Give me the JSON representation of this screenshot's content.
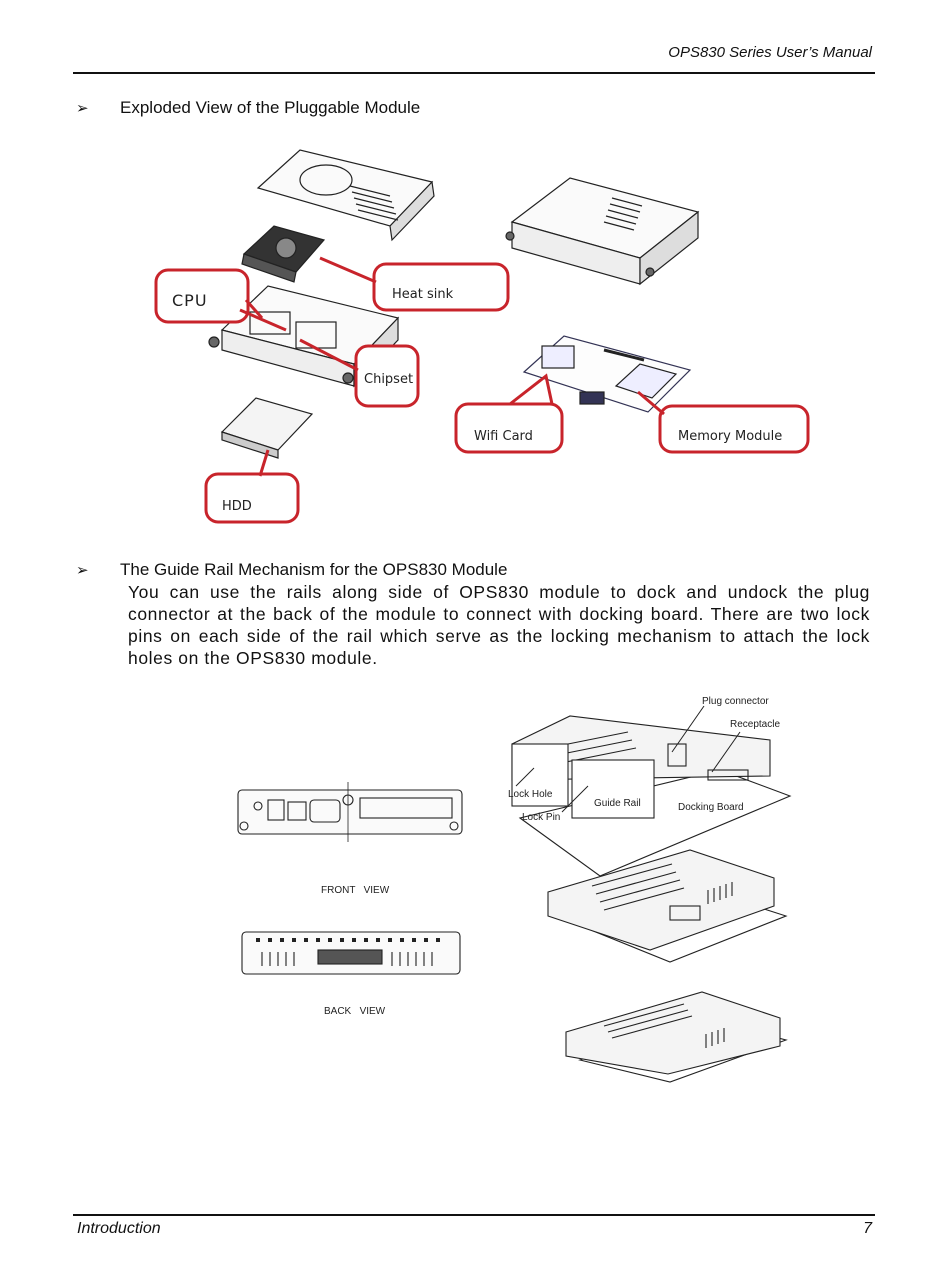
{
  "header": {
    "title": "OPS830 Series User’s Manual"
  },
  "section1": {
    "bullet": "➢",
    "title": "Exploded View of the Pluggable Module",
    "callouts": {
      "heat_sink": "Heat sink",
      "cpu": "CPU",
      "chipset": "Chipset",
      "wifi_card": "Wifi Card",
      "memory_module": "Memory Module",
      "hdd": "HDD"
    }
  },
  "section2": {
    "bullet": "➢",
    "title": "The Guide Rail Mechanism for the OPS830 Module",
    "paragraph": "You can use the rails along side of OPS830 module to dock and undock the plug connector at the back of the module to connect with docking board. There are two lock pins on each side of the rail which serve as the locking mechanism to attach the lock holes on the OPS830 module.",
    "labels": {
      "plug_connector": "Plug connector",
      "receptacle": "Receptacle",
      "lock_hole": "Lock Hole",
      "guide_rail": "Guide Rail",
      "docking_board": "Docking Board",
      "lock_pin": "Lock Pin",
      "front_view": "FRONT   VIEW",
      "back_view": "BACK   VIEW"
    }
  },
  "footer": {
    "section": "Introduction",
    "page": "7"
  },
  "colors": {
    "callout_red": "#c8242b"
  }
}
